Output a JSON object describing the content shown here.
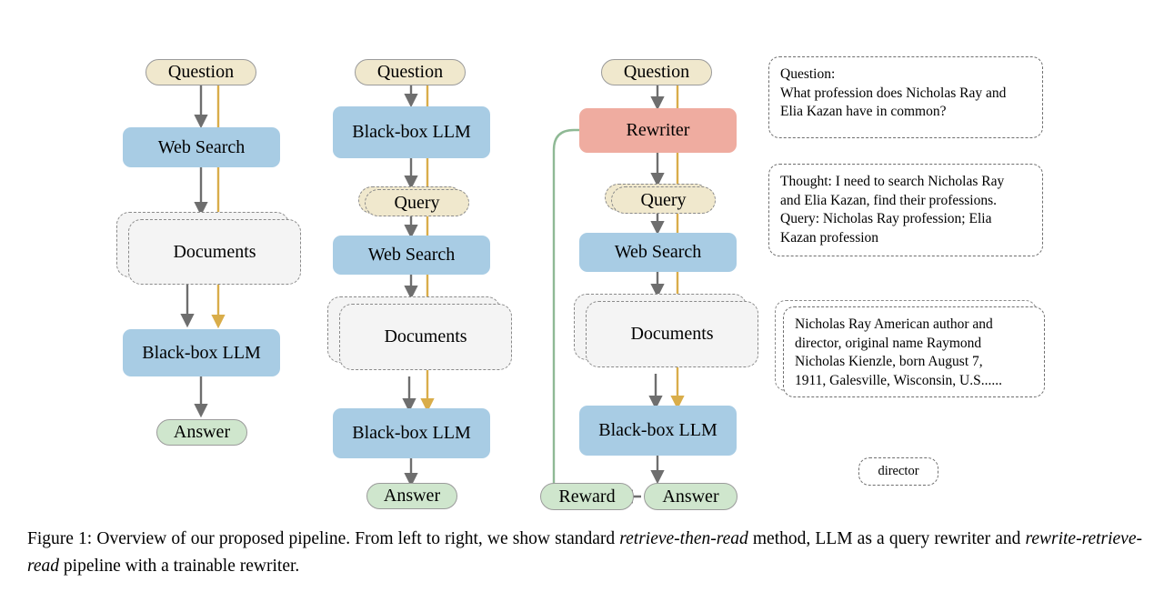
{
  "figure": {
    "caption_prefix": "Figure 1:",
    "caption_part1": "Overview of our proposed pipeline. From left to right, we show standard ",
    "caption_em1": "retrieve-then-read",
    "caption_part2": " method, LLM as a query rewriter and ",
    "caption_em2": "rewrite-retrieve-read",
    "caption_part3": " pipeline with a trainable rewriter."
  },
  "colors": {
    "blue_fill": "#a8cce4",
    "pink_fill": "#efaca0",
    "tan_fill": "#f0e8cd",
    "green_fill": "#cfe6cd",
    "doc_fill": "#f4f4f4",
    "gray_arrow": "#6e6e6e",
    "yellow_arrow": "#d9ad4a",
    "green_arrow": "#8fb995",
    "dash_border": "#8a8a8a"
  },
  "pipeline1": {
    "name": "retrieve-then-read",
    "nodes": [
      {
        "id": "p1-question",
        "label": "Question",
        "kind": "pill-tan"
      },
      {
        "id": "p1-web-search",
        "label": "Web Search",
        "kind": "box-blue"
      },
      {
        "id": "p1-documents",
        "label": "Documents",
        "kind": "dashed-stack"
      },
      {
        "id": "p1-llm",
        "label": "Black-box LLM",
        "kind": "box-blue"
      },
      {
        "id": "p1-answer",
        "label": "Answer",
        "kind": "pill-green"
      }
    ]
  },
  "pipeline2": {
    "name": "llm-as-query-rewriter",
    "nodes": [
      {
        "id": "p2-question",
        "label": "Question",
        "kind": "pill-tan"
      },
      {
        "id": "p2-llm-rewrite",
        "label": "Black-box LLM",
        "kind": "box-blue"
      },
      {
        "id": "p2-query",
        "label": "Query",
        "kind": "dashed-pill-tan"
      },
      {
        "id": "p2-web-search",
        "label": "Web Search",
        "kind": "box-blue"
      },
      {
        "id": "p2-documents",
        "label": "Documents",
        "kind": "dashed-stack"
      },
      {
        "id": "p2-llm",
        "label": "Black-box LLM",
        "kind": "box-blue"
      },
      {
        "id": "p2-answer",
        "label": "Answer",
        "kind": "pill-green"
      }
    ]
  },
  "pipeline3": {
    "name": "rewrite-retrieve-read",
    "nodes": [
      {
        "id": "p3-question",
        "label": "Question",
        "kind": "pill-tan"
      },
      {
        "id": "p3-rewriter",
        "label": "Rewriter",
        "kind": "box-pink"
      },
      {
        "id": "p3-query",
        "label": "Query",
        "kind": "dashed-pill-tan"
      },
      {
        "id": "p3-web-search",
        "label": "Web Search",
        "kind": "box-blue"
      },
      {
        "id": "p3-documents",
        "label": "Documents",
        "kind": "dashed-stack"
      },
      {
        "id": "p3-llm",
        "label": "Black-box LLM",
        "kind": "box-blue"
      },
      {
        "id": "p3-answer",
        "label": "Answer",
        "kind": "pill-green"
      },
      {
        "id": "p3-reward",
        "label": "Reward",
        "kind": "pill-green"
      }
    ]
  },
  "examples": {
    "question_box": "Question:\nWhat profession does Nicholas Ray and\nElia Kazan have in common?",
    "thought_box": "Thought: I need to search Nicholas Ray\nand Elia Kazan, find their professions.\nQuery: Nicholas Ray profession; Elia\nKazan profession",
    "documents_box": "Nicholas Ray American author and\ndirector, original name Raymond\nNicholas Kienzle, born August 7,\n1911, Galesville, Wisconsin, U.S......",
    "answer_box": "director"
  }
}
